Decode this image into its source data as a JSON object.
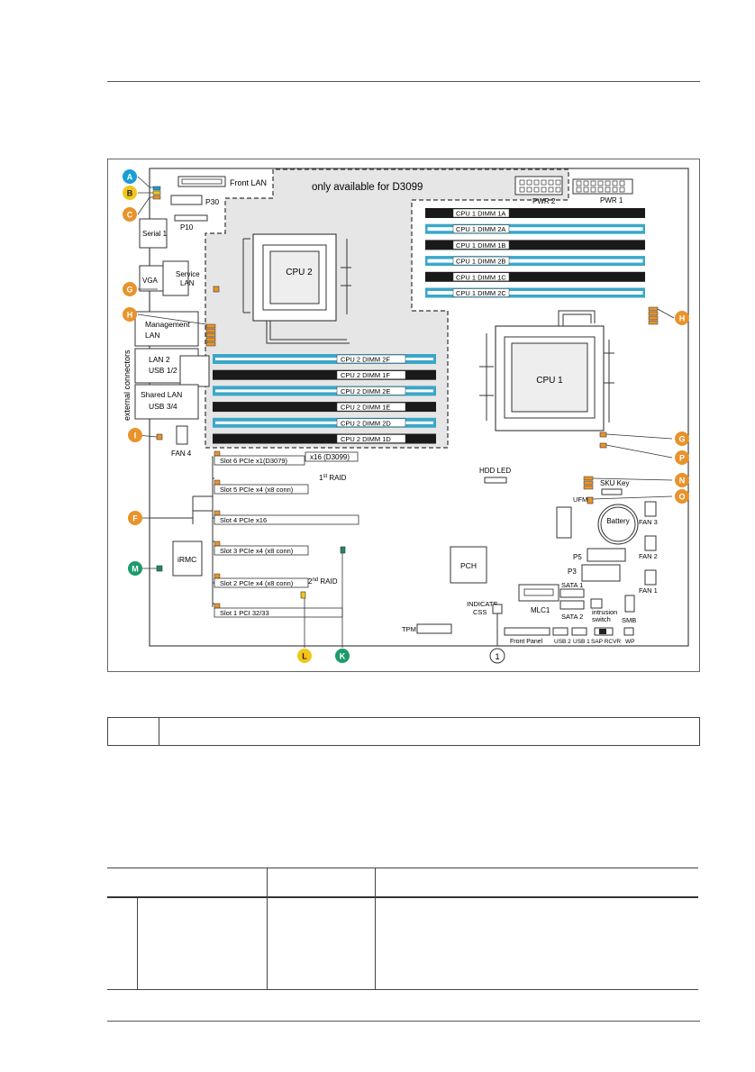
{
  "board": {
    "only_available": "only available for D3099",
    "front_lan": "Front LAN",
    "pwr2": "PWR 2",
    "pwr1": "PWR 1",
    "p30": "P30",
    "p10": "P10",
    "serial1": "Serial 1",
    "vga": "VGA",
    "service_lan": [
      "Service",
      "LAN"
    ],
    "management_lan": [
      "Management",
      "LAN"
    ],
    "lan2": [
      "LAN 2",
      "USB 1/2"
    ],
    "shared_lan": [
      "Shared LAN",
      "USB 3/4"
    ],
    "external_connectors": "external connectors",
    "fan4": "FAN 4",
    "cpu2": "CPU 2",
    "cpu1": "CPU 1",
    "cpu1_dimms": [
      {
        "label": "CPU 1 DIMM 1A",
        "color": "black"
      },
      {
        "label": "CPU 1 DIMM 2A",
        "color": "blue"
      },
      {
        "label": "CPU 1 DIMM 1B",
        "color": "black"
      },
      {
        "label": "CPU 1 DIMM 2B",
        "color": "blue"
      },
      {
        "label": "CPU 1 DIMM 1C",
        "color": "black"
      },
      {
        "label": "CPU 1 DIMM 2C",
        "color": "blue"
      }
    ],
    "cpu2_dimms": [
      {
        "label": "CPU 2 DIMM 2F",
        "color": "blue"
      },
      {
        "label": "CPU 2 DIMM 1F",
        "color": "black"
      },
      {
        "label": "CPU 2 DIMM 2E",
        "color": "blue"
      },
      {
        "label": "CPU 2 DIMM 1E",
        "color": "black"
      },
      {
        "label": "CPU 2 DIMM 2D",
        "color": "blue"
      },
      {
        "label": "CPU 2 DIMM 1D",
        "color": "black"
      }
    ],
    "slots": [
      "Slot 6 PCIe x1(D3079)",
      "Slot 5 PCIe x4 (x8 conn)",
      "Slot 4 PCIe x16",
      "Slot 3 PCIe x4 (x8 conn)",
      "Slot 2 PCIe x4 (x8 conn)",
      "Slot 1 PCI 32/33"
    ],
    "x16_d3099": "x16 (D3099)",
    "raid1_base": "1",
    "raid1_sup": "st",
    "raid1_tail": " RAID",
    "raid2_base": "2",
    "raid2_sup": "nd",
    "raid2_tail": " RAID",
    "irmc": "iRMC",
    "pch": "PCH",
    "hdd_led": "HDD LED",
    "sku_key": "SKU Key",
    "ufm": "UFM",
    "battery": "Battery",
    "fan3": "FAN 3",
    "fan2": "FAN 2",
    "fan1": "FAN 1",
    "p5": "P5",
    "p3": "P3",
    "mlc1": "MLC1",
    "sata1": "SATA 1",
    "sata2": "SATA 2",
    "intrusion": [
      "intrusion",
      "switch"
    ],
    "smb": "SMB",
    "indicate_css": [
      "INDICATE",
      "CSS"
    ],
    "tpm": "TPM",
    "front_panel": "Front Panel",
    "usb2": "USB 2",
    "usb1": "USB 1",
    "sap_rcvr": "SAP RCVR",
    "wp": "WP",
    "callout_1": "1"
  },
  "markers": [
    {
      "id": "A",
      "color": "#1a9ed4"
    },
    {
      "id": "B",
      "color": "#f4c51b"
    },
    {
      "id": "C",
      "color": "#e8932b"
    },
    {
      "id": "G",
      "color": "#e8932b"
    },
    {
      "id": "H",
      "color": "#e8932b"
    },
    {
      "id": "I",
      "color": "#e8932b"
    },
    {
      "id": "F",
      "color": "#e8932b"
    },
    {
      "id": "M",
      "color": "#1d9a6c"
    },
    {
      "id": "L",
      "color": "#f4c51b"
    },
    {
      "id": "K",
      "color": "#1d9a6c"
    },
    {
      "id": "H",
      "color": "#e8932b"
    },
    {
      "id": "G",
      "color": "#e8932b"
    },
    {
      "id": "P",
      "color": "#e8932b"
    },
    {
      "id": "N",
      "color": "#e8932b"
    },
    {
      "id": "O",
      "color": "#e8932b"
    }
  ],
  "colors": {
    "dimm_blue": "#3aa7c9",
    "dimm_black": "#1a1a1a",
    "shaded": "#e6e6e6",
    "connector_orange": "#e8932b",
    "connector_green": "#1d8a5c",
    "connector_yellow": "#f4c51b"
  }
}
